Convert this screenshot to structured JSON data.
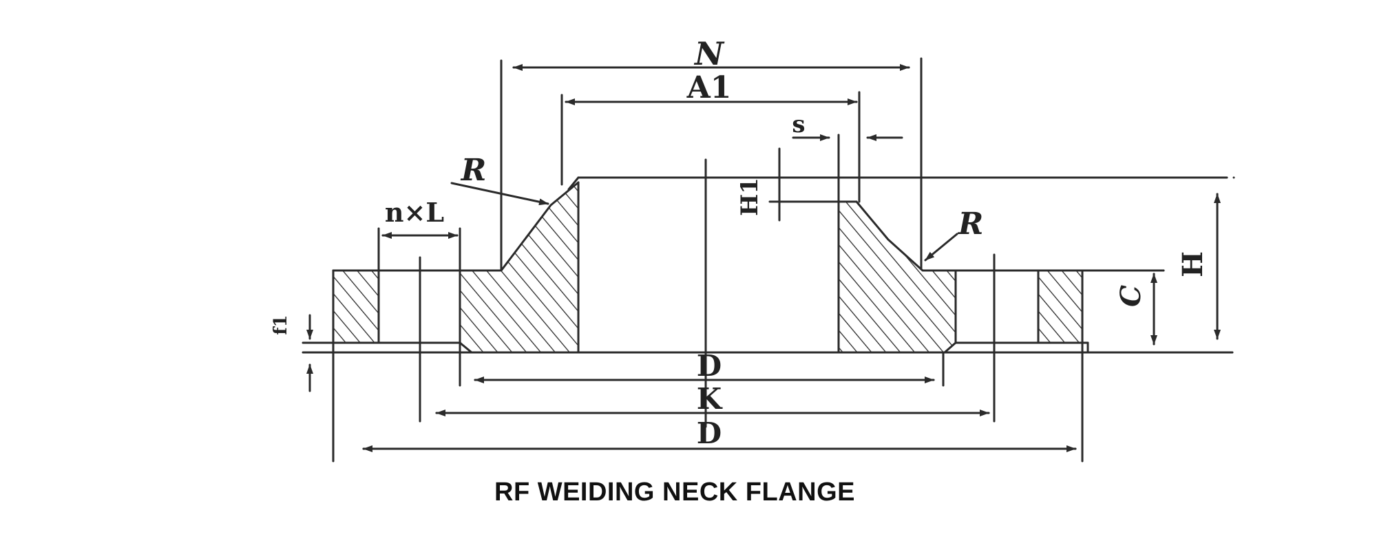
{
  "title": "RF WEIDING NECK FLANGE",
  "labels": {
    "N": "N",
    "A1": "A1",
    "s": "s",
    "R_left": "R",
    "R_right": "R",
    "nxL": "n×L",
    "H1": "H1",
    "H": "H",
    "C": "C",
    "f1": "f1",
    "D_inner": "D",
    "K": "K",
    "D_outer": "D"
  },
  "colors": {
    "line": "#2a2a2a",
    "text": "#222222",
    "background": "#ffffff"
  }
}
